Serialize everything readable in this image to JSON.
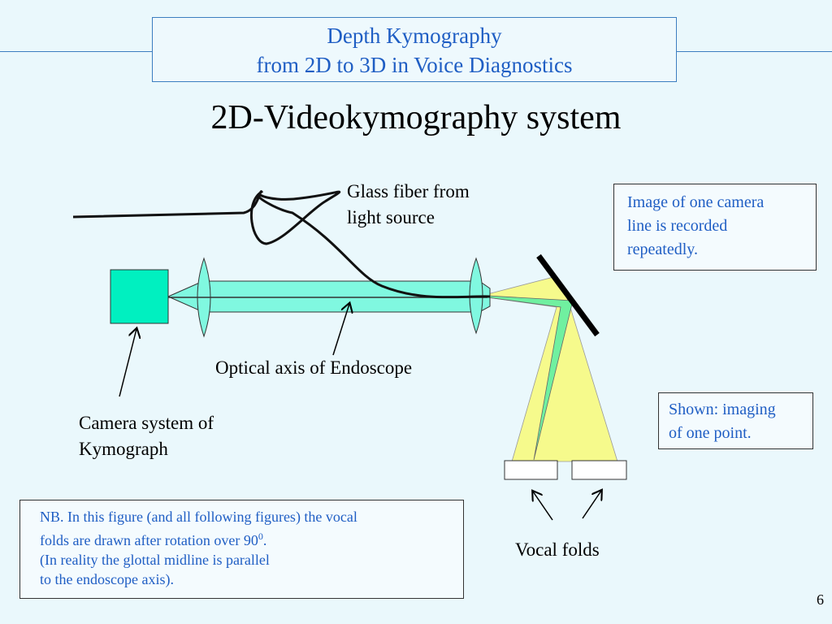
{
  "header": {
    "line1": "Depth Kymography",
    "line2": "from 2D to 3D in Voice Diagnostics"
  },
  "title": "2D-Videokymography system",
  "labels": {
    "glass_fiber_line1": "Glass fiber from",
    "glass_fiber_line2": "light source",
    "optical_axis": "Optical axis of Endoscope",
    "camera_system_line1": "Camera system of",
    "camera_system_line2": "Kymograph",
    "vocal_folds": "Vocal folds"
  },
  "notes": {
    "camera_line_1": "Image of one camera",
    "camera_line_2": "line is recorded",
    "camera_line_3": "repeatedly.",
    "one_point_1": "Shown: imaging",
    "one_point_2": "of one point."
  },
  "nb": {
    "line1": "NB. In this figure (and all following figures) the vocal",
    "line2_text": "folds are drawn after rotation over 90",
    "line2_sup": "0",
    "line2_end": ".",
    "line3": "(In reality the glottal midline is parallel",
    "line4": "to the endoscope axis)."
  },
  "page_number": "6",
  "colors": {
    "accent_blue": "#1f5ec4",
    "camera_fill": "#00f0c0",
    "endoscope_fill": "#80f8e0",
    "beam_yellow": "#f6fa8c",
    "beam_green": "#70f0a0",
    "background": "#eaf8fc"
  }
}
